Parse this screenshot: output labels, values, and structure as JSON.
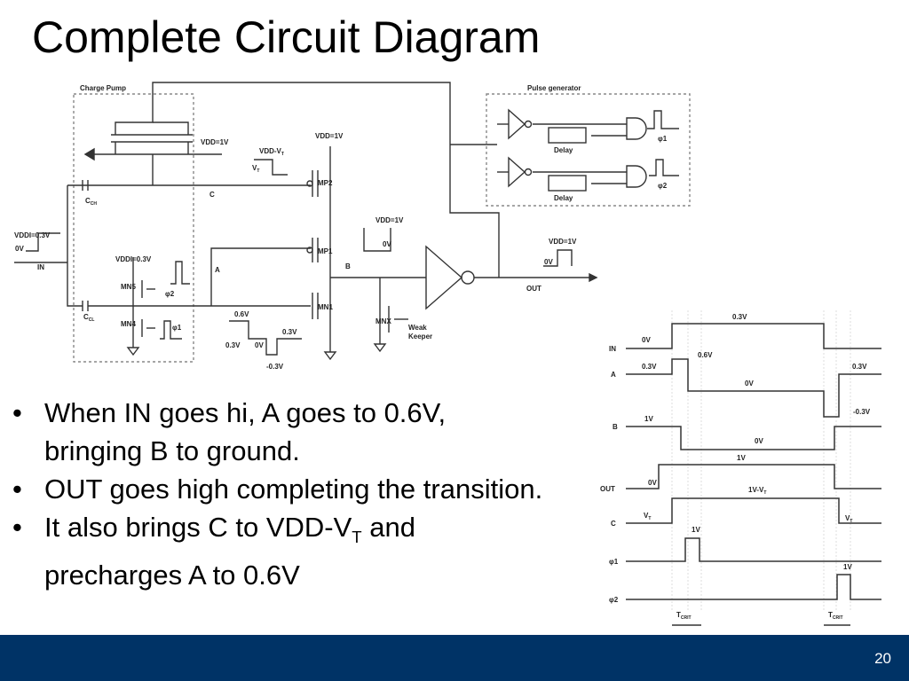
{
  "slide": {
    "title": "Complete Circuit Diagram",
    "page_number": "20",
    "bullets": [
      {
        "text": "When IN goes hi, A goes to 0.6V, bringing B to ground."
      },
      {
        "text": "OUT goes high completing the transition."
      },
      {
        "pre": "It also brings C to VDD-V",
        "sub": "T",
        "post": " and precharges A to 0.6V"
      }
    ]
  },
  "circuit": {
    "charge_pump_label": "Charge Pump",
    "pulse_generator_label": "Pulse generator",
    "vdd_1v": "VDD=1V",
    "vdd_minus_vt": "VDD-V",
    "sub_t": "T",
    "vt": "V",
    "vddi": "VDDI=0.3V",
    "zero_v": "0V",
    "in_label": "IN",
    "c_label": "C",
    "a_label": "A",
    "b_label": "B",
    "out_label": "OUT",
    "cch": "C",
    "cch_sub": "CH",
    "ccl": "C",
    "ccl_sub": "CL",
    "mp2": "MP2",
    "mp1": "MP1",
    "mn1": "MN1",
    "mn4": "MN4",
    "mn5": "MN5",
    "mnx": "MNX",
    "weak_keeper": [
      "Weak",
      "Keeper"
    ],
    "phi1": "φ1",
    "phi2": "φ2",
    "delay": "Delay",
    "v06": "0.6V",
    "v03": "0.3V",
    "vneg03": "-0.3V"
  },
  "timing": {
    "signals": [
      "IN",
      "A",
      "B",
      "OUT",
      "C",
      "φ1",
      "φ2"
    ],
    "in_high": "0.3V",
    "in_low": "0V",
    "a_start": "0.3V",
    "a_peak": "0.6V",
    "a_mid": "0V",
    "a_end": "0.3V",
    "a_neg": "-0.3V",
    "b_high": "1V",
    "b_low": "0V",
    "out_high": "1V",
    "out_low": "0V",
    "out_mid": "1V-V",
    "c_start": "V",
    "c_end": "V",
    "phi1_high": "1V",
    "phi2_high": "1V",
    "tcrit": "T",
    "tcrit_sub": "CRIT"
  }
}
